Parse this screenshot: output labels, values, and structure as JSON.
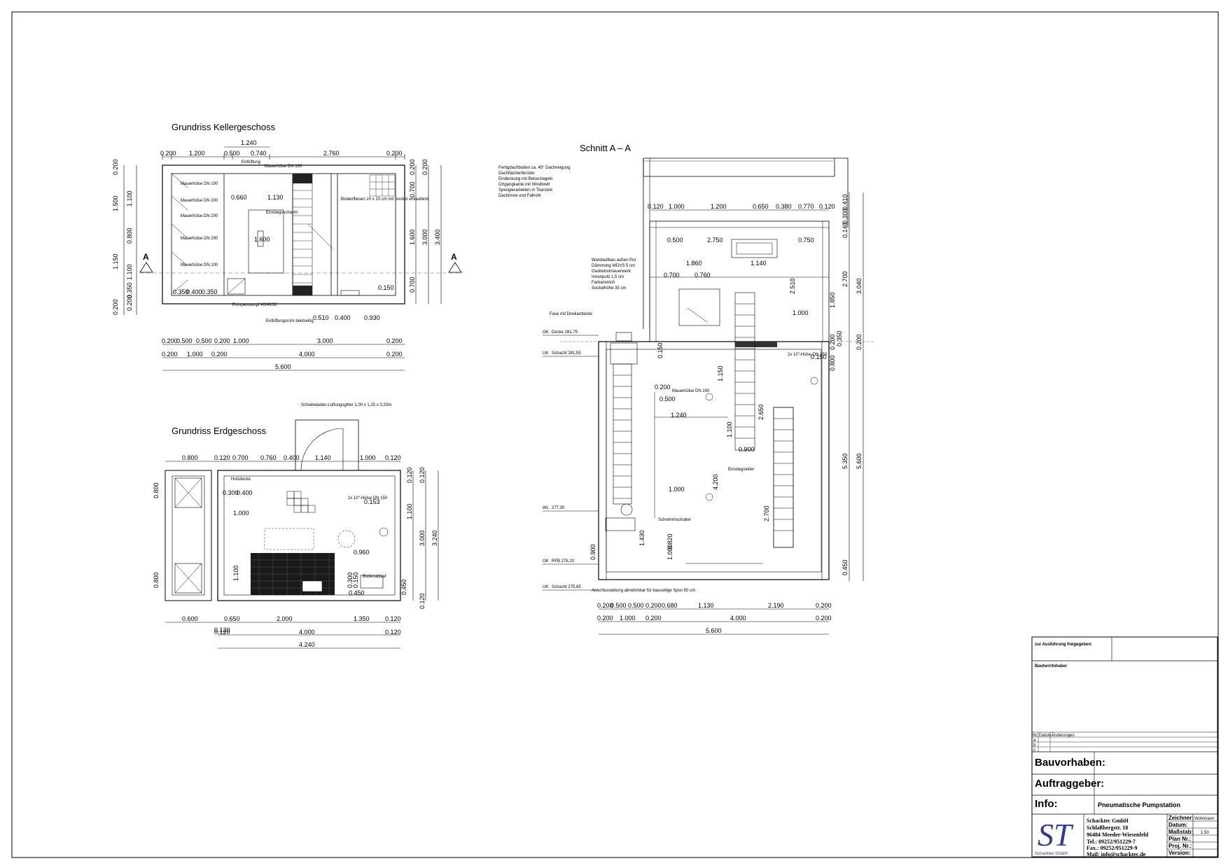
{
  "titles": {
    "kg": "Grundriss Kellergeschoss",
    "eg": "Grundriss Erdgeschoss",
    "schnitt": "Schnitt A – A",
    "section_mark": "A"
  },
  "kg": {
    "dims_top": [
      "1.240",
      "0.200",
      "1.200",
      "0.500",
      "0.740",
      "2.760",
      "0.200"
    ],
    "dims_bottom1": [
      "0.200",
      "0.500",
      "0.500",
      "0.200",
      "1.000",
      "3.000",
      "0.200"
    ],
    "dims_bottom2": [
      "0.200",
      "1.000",
      "0.200",
      "4.000",
      "0.200"
    ],
    "dims_total": "5.600",
    "dims_inner": [
      "0.660",
      "1.130",
      "1.600",
      "0.150",
      "0.510",
      "0.400",
      "0.930",
      "0.350",
      "0.400",
      "0.350"
    ],
    "dims_left": [
      "0.200",
      "1.500",
      "1.100",
      "0.800",
      "1.150",
      "1.100",
      "0.350",
      "0.200",
      "0.200"
    ],
    "dims_right": [
      "0.200",
      "0.700",
      "1.600",
      "0.700",
      "0.200",
      "3.000",
      "3.400"
    ],
    "labels": [
      "Mauerhülse DN 100",
      "Mauerhülse DN 200",
      "Mauerhülse DN 200",
      "Mauerhülse DN 100",
      "Mauerhülse DN 200",
      "Mauerhülse DN 100",
      "Entlüftung",
      "Pumpensumpf 40/40/30",
      "Bodenfliesen 20 x 20 cm mit Sockel umlaufend",
      "Einstiegsschacht"
    ],
    "bottom_note": "Entlüftungsrohr beidseitig"
  },
  "eg": {
    "dims_top": [
      "0.800",
      "0.120",
      "0.700",
      "0.760",
      "0.400",
      "1.140",
      "1.000",
      "0.120"
    ],
    "dims_bottom1": [
      "0.600",
      "0.120",
      "0.650",
      "2.000",
      "1.350",
      "0.120"
    ],
    "dims_bottom2": [
      "0.120",
      "4.000",
      "0.120"
    ],
    "dims_total": "4.240",
    "dims_inner": [
      "0.300",
      "0.400",
      "1.000",
      "0.153",
      "0.960",
      "1.100",
      "0.450",
      "0.300",
      "0.150",
      "0.450"
    ],
    "dims_left": [
      "0.800",
      "0.800"
    ],
    "dims_right": [
      "0.120",
      "0.120",
      "1.100",
      "3.000",
      "3.240",
      "0.120"
    ],
    "labels": [
      "Schiebeladen-Lüftungsgitter 1,00 x 1,25 x 0,20m",
      "2x 10\"-Hülse DN 150",
      "Holzdecke",
      "Bodenablauf"
    ]
  },
  "schnitt": {
    "notes_top": [
      "Fertigdachboden ca. 45° Dachneigung",
      "Dachflächenfenster",
      "Eindeckung mit Betonziegeln",
      "Ortgangkante mit Windbrett",
      "Spenglerarbeiten in Titanzink",
      "Dachrinne und Fallrohr"
    ],
    "wall_notes": [
      "Wandaufbau außen Put",
      "Dämmung WDVS 5 cm",
      "Gasbetonmauerwerk",
      "Innenputz 1,5 cm",
      "Farbanstrich",
      "Sockelhöhe 35 cm"
    ],
    "levels": [
      {
        "k": "OK",
        "v": "Decke 281,75"
      },
      {
        "k": "UK",
        "v": "Schacht 281,55"
      },
      {
        "k": "WL",
        "v": "277,30"
      },
      {
        "k": "OK",
        "v": "RFB 276,20"
      },
      {
        "k": "UK",
        "v": "Schacht 275,85"
      }
    ],
    "dims_top": [
      "0.120",
      "1.000",
      "1.200",
      "0.650",
      "0.380",
      "0.770",
      "0.120"
    ],
    "dims_mid": [
      "0.500",
      "2.750",
      "0.750",
      "1.860",
      "1.140",
      "0.700",
      "0.760",
      "2.510",
      "1.000"
    ],
    "dims_low": [
      "0.150",
      "0.500",
      "1.240",
      "0.200",
      "1.150",
      "2.650",
      "0.900",
      "1.100",
      "1.000",
      "4.200",
      "2.700",
      "1.430",
      "0.820",
      "0.900",
      "1.000",
      "0.150"
    ],
    "dims_bottom1": [
      "0.200",
      "0.500",
      "0.500",
      "0.200",
      "0.680",
      "1.130",
      "2.190",
      "0.200"
    ],
    "dims_bottom2": [
      "0.200",
      "1.000",
      "0.200",
      "4.000",
      "0.200"
    ],
    "dims_total": "5.600",
    "dims_right": [
      "0.410",
      "0.300",
      "0.140",
      "0.200",
      "2.700",
      "1.850",
      "3.040",
      "0.350",
      "0.200",
      "0.800",
      "5.350",
      "5.600",
      "0.450"
    ],
    "notes_mid": [
      "Fase mit Dreikantleiste",
      "2x 10\"-Hülse DN 150",
      "Mauerhülse DN 100",
      "Einstiegsleiter",
      "Schwimmschalter",
      "Anschlussleitung abnehmbar für bauseitige Spsn 50 cm"
    ]
  },
  "titleblock": {
    "approved": "zur Ausführung freigegeben:",
    "owner": "Bauherr/Inhaber",
    "rev_hdr": [
      "Nr.",
      "Datum",
      "Änderungen"
    ],
    "rev_rows": [
      "a",
      "b",
      "c"
    ],
    "bauvorhaben_label": "Bauvorhaben:",
    "auftraggeber_label": "Auftraggeber:",
    "info_label": "Info:",
    "info_value": "Pneumatische Pumpstation",
    "logo": "ST",
    "logo_caption": "Schacktec GmbH",
    "company": [
      "Schacktec GmbH",
      "Schlaßbergstr. 18",
      "96484 Meeder-Wiesenfeld",
      "Tel.: 09252/951229-7",
      "Fax.: 09252/951229-9",
      "Mail: info@schacktec.de"
    ],
    "fields": [
      {
        "label": "Zeichner:",
        "value": "Wohlmann"
      },
      {
        "label": "Datum:",
        "value": ""
      },
      {
        "label": "Maßstab:",
        "value": "1:50"
      },
      {
        "label": "Plan Nr.:",
        "value": ""
      },
      {
        "label": "Proj. Nr.:",
        "value": ""
      },
      {
        "label": "Version:",
        "value": ""
      }
    ]
  }
}
